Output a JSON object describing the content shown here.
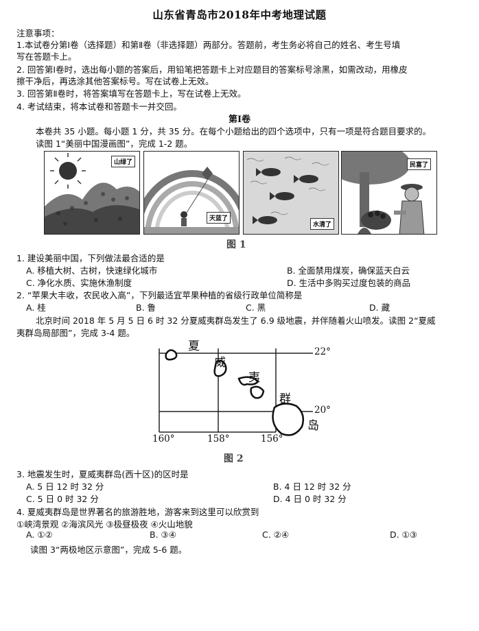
{
  "title": "山东省青岛市2018年中考地理试题",
  "notes": {
    "heading": "注意事项：",
    "n1a": "1.本试卷分第Ⅰ卷（选择题）和第Ⅱ卷（非选择题）两部分。答题前，考生务必将自己的姓名、考生号填",
    "n1b": "写在答题卡上。",
    "n2a": "2. 回答第Ⅰ卷时，选出每小题的答案后，用铅笔把答题卡上对应题目的答案标号涂黑，如需改动，用橡皮",
    "n2b": "擦干净后，再选涂其他答案标号。写在试卷上无效。",
    "n3": "3. 回答第Ⅱ卷时，将答案填写在答题卡上，写在试卷上无效。",
    "n4": "4. 考试结束，将本试卷和答题卡一并交回。"
  },
  "section1": {
    "heading": "第Ⅰ卷",
    "intro": "本卷共 35 小题。每小题 1 分，共 35 分。在每个小题给出的四个选项中，只有一项是符合题目要求的。",
    "read1": "读图 1“美丽中国漫画图”，完成 1-2 题。"
  },
  "figure1": {
    "panels": [
      "山绿了",
      "天蓝了",
      "水清了",
      "民富了"
    ],
    "caption": "图 1"
  },
  "q1": {
    "stem": "1. 建设美丽中国，下列做法最合适的是",
    "a": "A. 移植大树、古树，快速绿化城市",
    "b": "B. 全面禁用煤炭，确保蓝天白云",
    "c": "C. 净化水质、实施休渔制度",
    "d": "D. 生活中多购买过度包装的商品"
  },
  "q2": {
    "stem": "2. “苹果大丰收，农民收入高”，下列最适宜苹果种植的省级行政单位简称是",
    "a": "A. 桂",
    "b": "B. 鲁",
    "c": "C. 黑",
    "d": "D. 藏"
  },
  "read2": {
    "a": "北京时间 2018 年 5 月 5 日 6 时 32 分夏威夷群岛发生了 6.9 级地震，并伴随着火山喷发。读图 2“夏威",
    "b": "夷群岛局部图”，完成 3-4 题。"
  },
  "figure2": {
    "chars": [
      "夏",
      "威",
      "夷",
      "群",
      "岛"
    ],
    "lat_top": "22°",
    "lat_bottom": "20°",
    "lon_labels": [
      "160°",
      "158°",
      "156°"
    ],
    "caption": "图 2"
  },
  "q3": {
    "stem": "3. 地震发生时，夏威夷群岛(西十区)的区时是",
    "a": "A. 5 日 12 时 32 分",
    "b": "B. 4 日 12 时 32 分",
    "c": "C. 5 日 0 时 32 分",
    "d": "D. 4 日 0 时 32 分"
  },
  "q4": {
    "stem": "4. 夏威夷群岛是世界著名的旅游胜地，游客来到这里可以欣赏到",
    "items": "①峡湾景观 ②海滨风光 ③极昼极夜 ④火山地貌",
    "a": "A. ①②",
    "b": "B. ③④",
    "c": "C. ②④",
    "d": "D. ①③"
  },
  "read3": "读图 3“两极地区示意图”，完成 5-6 题。"
}
